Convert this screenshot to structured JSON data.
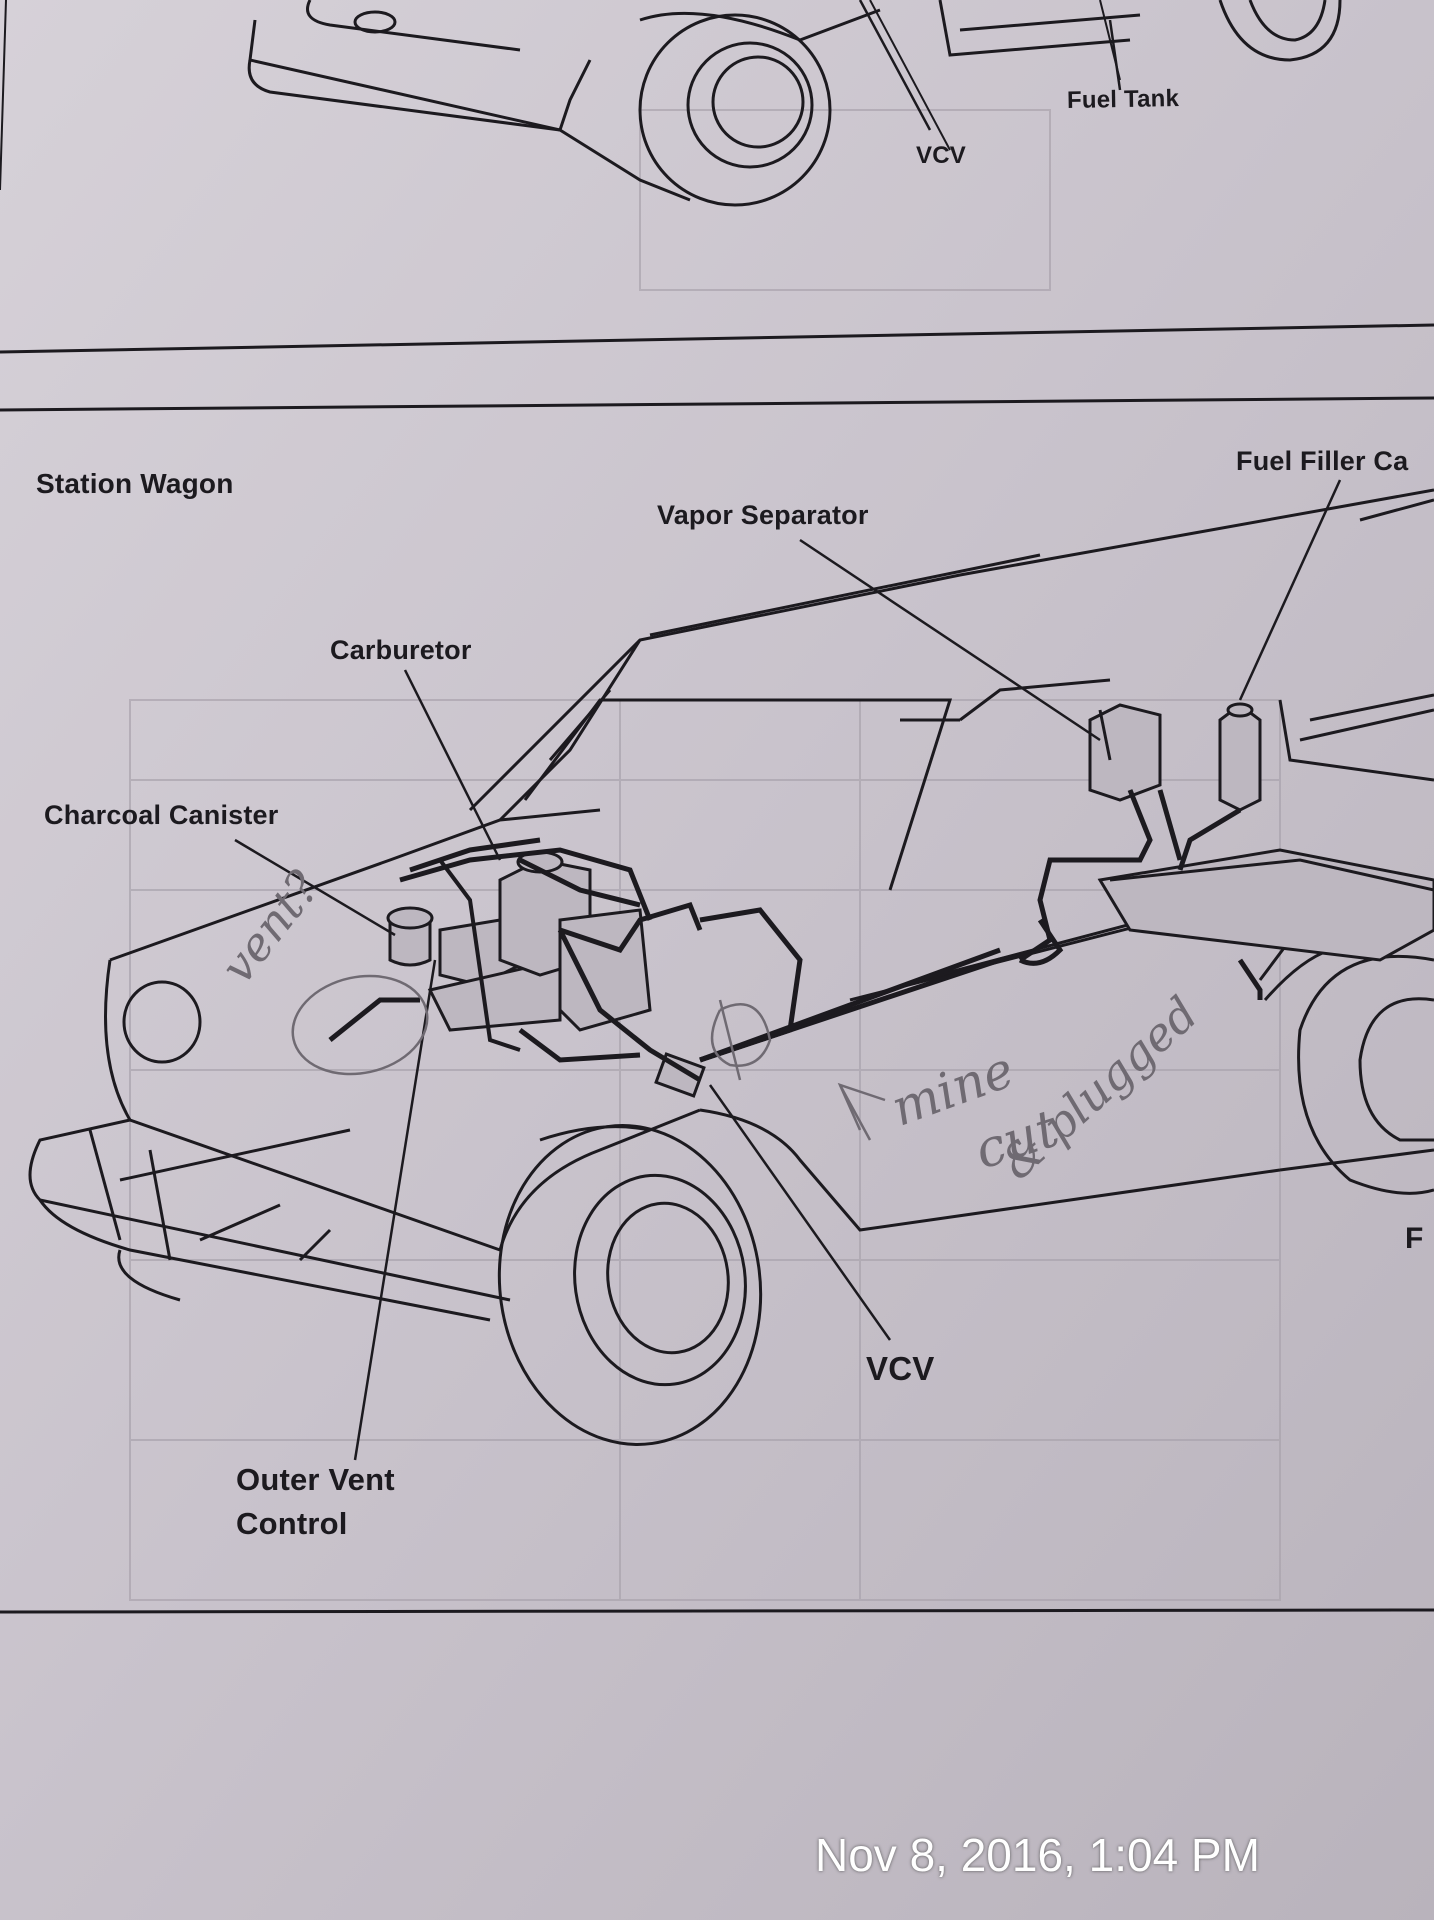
{
  "top_section": {
    "label_fuel_tank": "Fuel Tank",
    "label_vcv": "VCV"
  },
  "station_wagon": {
    "title": "Station Wagon",
    "label_vapor_separator": "Vapor Separator",
    "label_fuel_filler_cap": "Fuel Filler Ca",
    "label_carburetor": "Carburetor",
    "label_charcoal_canister": "Charcoal Canister",
    "label_outer_vent_line1": "Outer Vent",
    "label_outer_vent_line2": "Control",
    "label_vcv": "VCV",
    "label_right_edge": "F"
  },
  "handwritten": {
    "vent": "vent?",
    "mine": "mine",
    "cut": "cut",
    "plugged": "& plugged"
  },
  "photo_timestamp": "Nov 8, 2016, 1:04 PM",
  "colors": {
    "paper": "#c9c3cc",
    "ink": "#1c1a1f",
    "pencil": "#6f6a72"
  }
}
